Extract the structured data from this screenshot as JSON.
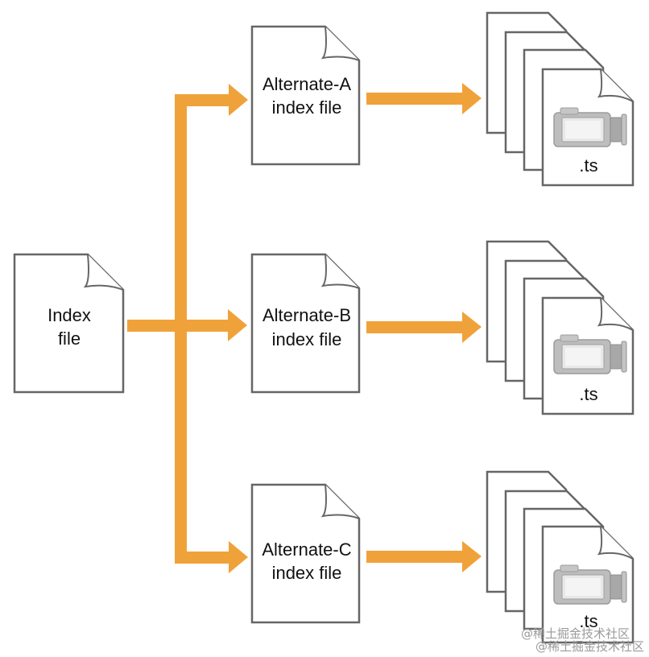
{
  "index_file": {
    "line1": "Index",
    "line2": "file"
  },
  "alternates": [
    {
      "line1": "Alternate-A",
      "line2": "index file",
      "segment_label": ".ts"
    },
    {
      "line1": "Alternate-B",
      "line2": "index file",
      "segment_label": ".ts"
    },
    {
      "line1": "Alternate-C",
      "line2": "index file",
      "segment_label": ".ts"
    }
  ],
  "colors": {
    "arrow": "#f0a23a",
    "doc_stroke": "#666666",
    "camera": "#b8b8b8"
  },
  "watermark": {
    "line1": "@稀土掘金技术社区",
    "line2": "@稀土掘金技术社区"
  }
}
